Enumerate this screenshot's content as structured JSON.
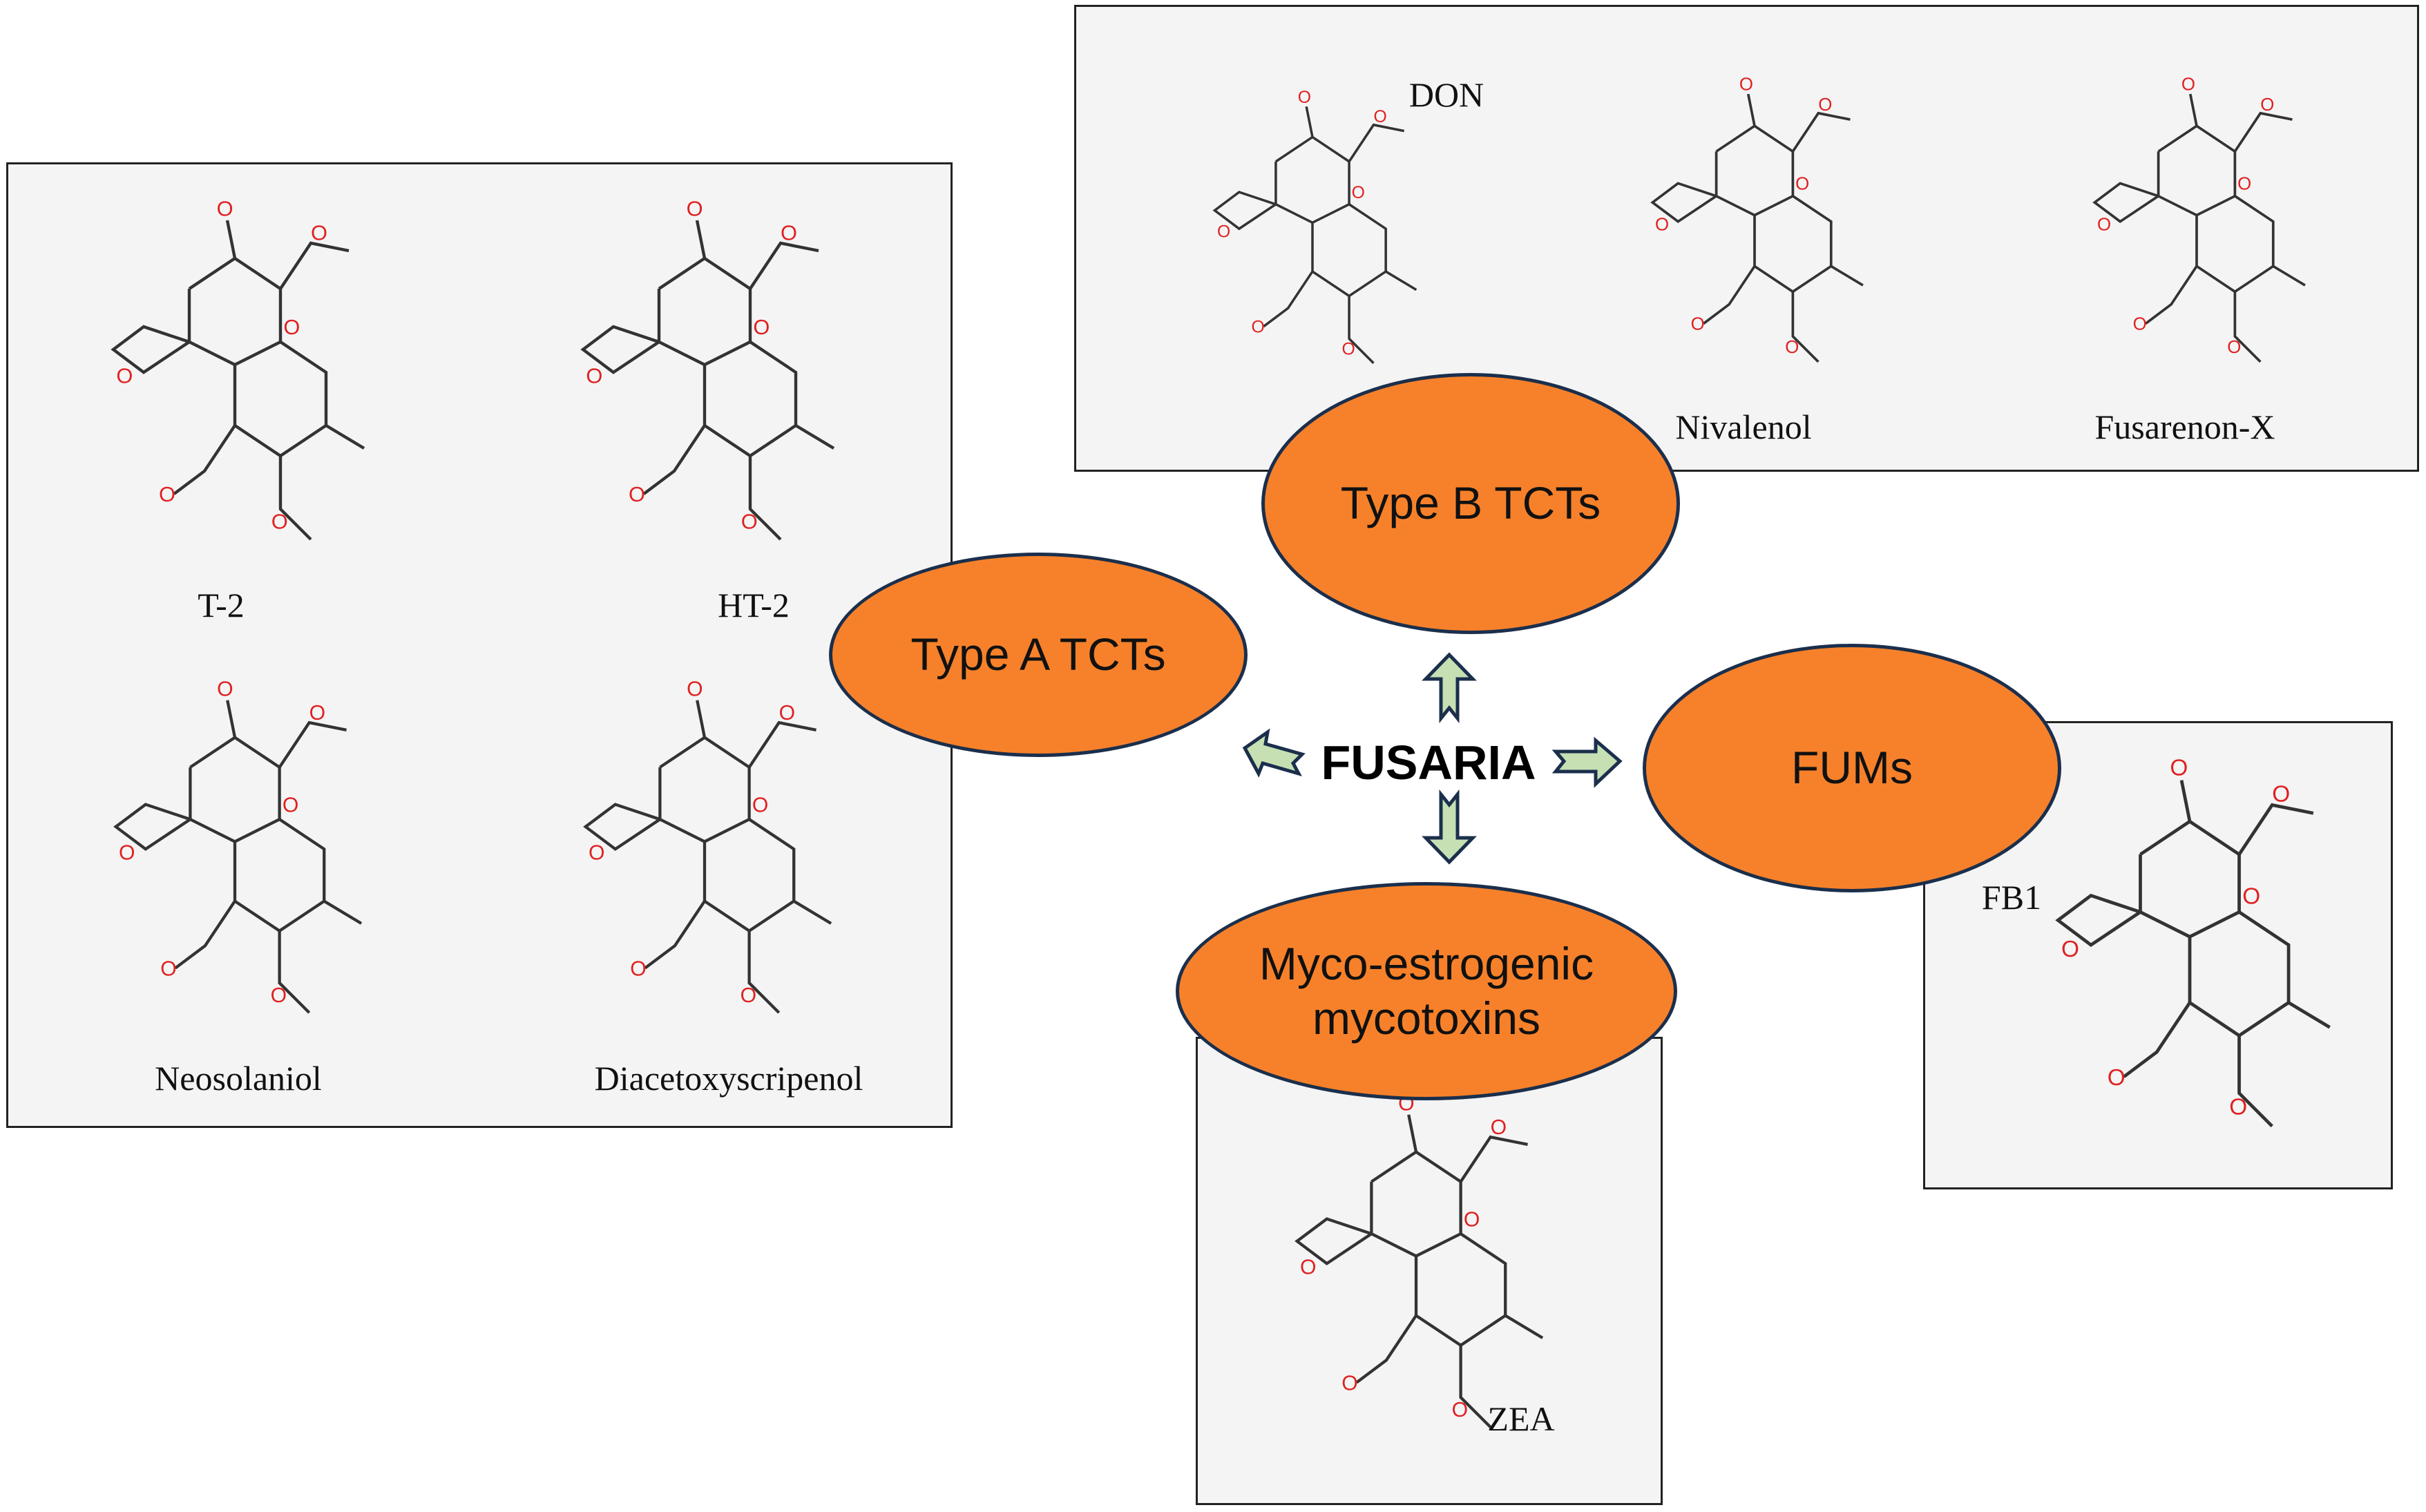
{
  "center": {
    "label": "FUSARIA"
  },
  "groups": {
    "type_a": {
      "label": "Type A TCTs",
      "compounds": [
        "T-2",
        "HT-2",
        "Neosolaniol",
        "Diacetoxyscripenol"
      ]
    },
    "type_b": {
      "label": "Type B TCTs",
      "compounds": [
        "DON",
        "Nivalenol",
        "Fusarenon-X"
      ]
    },
    "fums": {
      "label": "FUMs",
      "compounds": [
        "FB1"
      ]
    },
    "myco": {
      "label_line1": "Myco-estrogenic",
      "label_line2": "mycotoxins",
      "compounds": [
        "ZEA"
      ]
    }
  },
  "colors": {
    "ellipse": "#f7812a",
    "outline": "#1b2f4c",
    "arrow": "#c6e0b4",
    "oxygen": "#e02020",
    "hydrogen": "#4a8a8a"
  }
}
